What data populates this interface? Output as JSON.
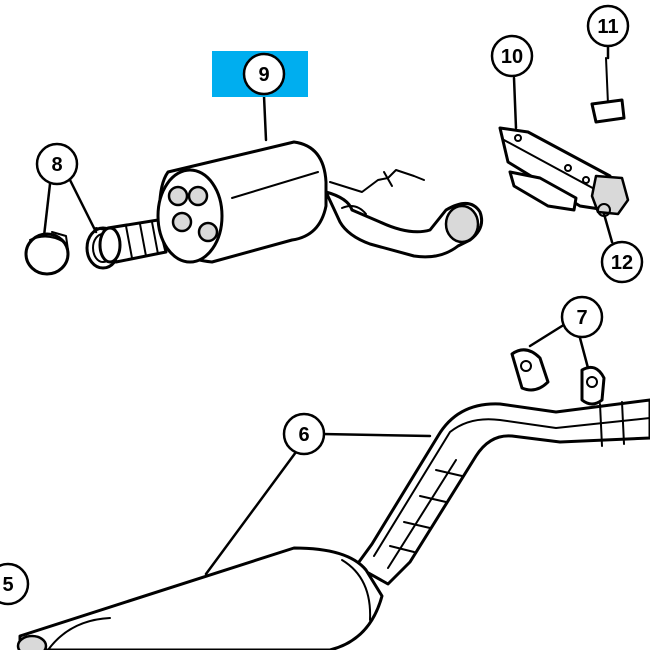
{
  "highlight_color": "#00aeef",
  "callouts": [
    {
      "id": "c5",
      "label": "5"
    },
    {
      "id": "c6",
      "label": "6"
    },
    {
      "id": "c7",
      "label": "7"
    },
    {
      "id": "c8",
      "label": "8"
    },
    {
      "id": "c9",
      "label": "9",
      "highlighted": true
    },
    {
      "id": "c10",
      "label": "10"
    },
    {
      "id": "c11",
      "label": "11"
    },
    {
      "id": "c12",
      "label": "12"
    }
  ]
}
